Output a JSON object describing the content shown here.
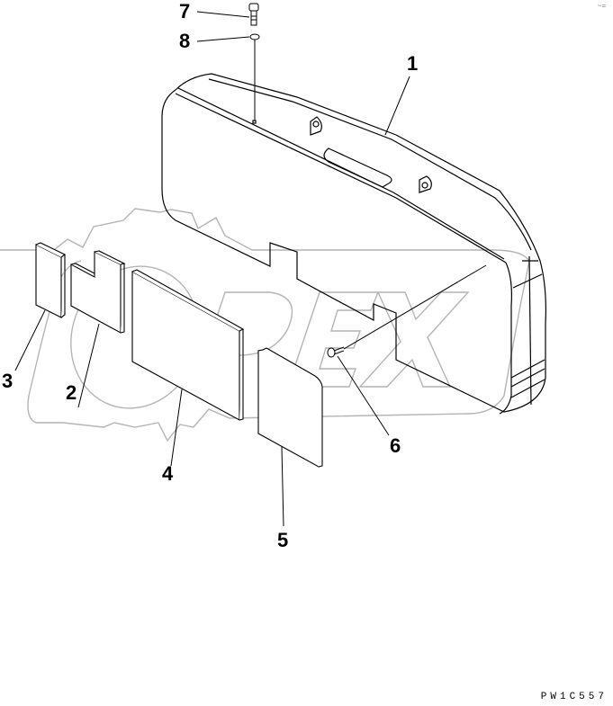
{
  "diagram": {
    "type": "exploded-parts-view",
    "figure_code": "PW1C557",
    "watermark": "OPEX",
    "corner_mark": "~=",
    "colors": {
      "line": "#000000",
      "watermark": "#b4b4b4",
      "background": "#ffffff"
    },
    "callouts": [
      {
        "number": "1",
        "part": "counterweight"
      },
      {
        "number": "2",
        "part": "notched-block"
      },
      {
        "number": "3",
        "part": "small-block"
      },
      {
        "number": "4",
        "part": "large-plate"
      },
      {
        "number": "5",
        "part": "rounded-plate"
      },
      {
        "number": "6",
        "part": "pin-bolt"
      },
      {
        "number": "7",
        "part": "bolt"
      },
      {
        "number": "8",
        "part": "washer"
      }
    ]
  }
}
